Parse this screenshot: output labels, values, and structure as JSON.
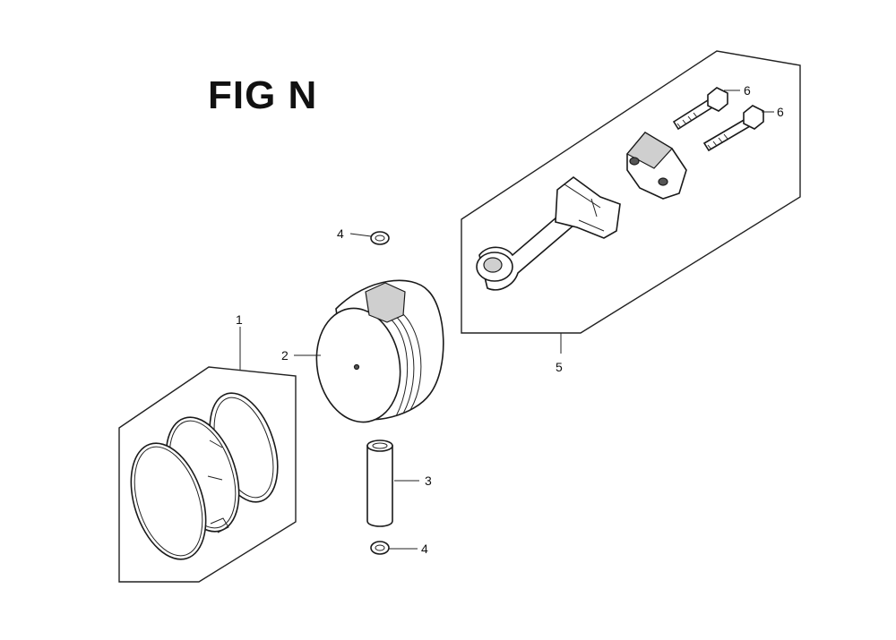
{
  "title": "FIG N",
  "callouts": [
    {
      "label": "1",
      "part": "piston-ring-set"
    },
    {
      "label": "2",
      "part": "piston"
    },
    {
      "label": "3",
      "part": "piston-pin"
    },
    {
      "label": "4",
      "part": "piston-pin-clip-top"
    },
    {
      "label": "4",
      "part": "piston-pin-clip-bottom"
    },
    {
      "label": "5",
      "part": "connecting-rod-assembly"
    },
    {
      "label": "6",
      "part": "connecting-rod-bolt-upper"
    },
    {
      "label": "6",
      "part": "connecting-rod-bolt-lower"
    }
  ]
}
